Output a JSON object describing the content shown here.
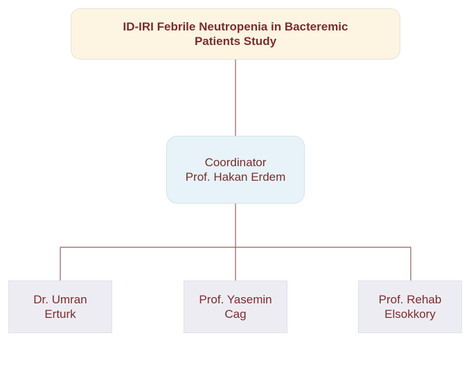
{
  "title": {
    "line1": "ID-IRI Febrile Neutropenia in Bacteremic",
    "line2": "Patients Study"
  },
  "coordinator": {
    "role": "Coordinator",
    "name": "Prof. Hakan Erdem"
  },
  "members": [
    {
      "line1": "Dr. Umran",
      "line2": "Erturk"
    },
    {
      "line1": "Prof. Yasemin",
      "line2": "Cag"
    },
    {
      "line1": "Prof. Rehab",
      "line2": "Elsokkory"
    }
  ],
  "colors": {
    "text": "#7b2d2d",
    "connector": "#9b5a5e",
    "title_fill": "#fdf5e2",
    "coordinator_fill": "#e7f3f8",
    "member_fill": "#eeecf3"
  }
}
